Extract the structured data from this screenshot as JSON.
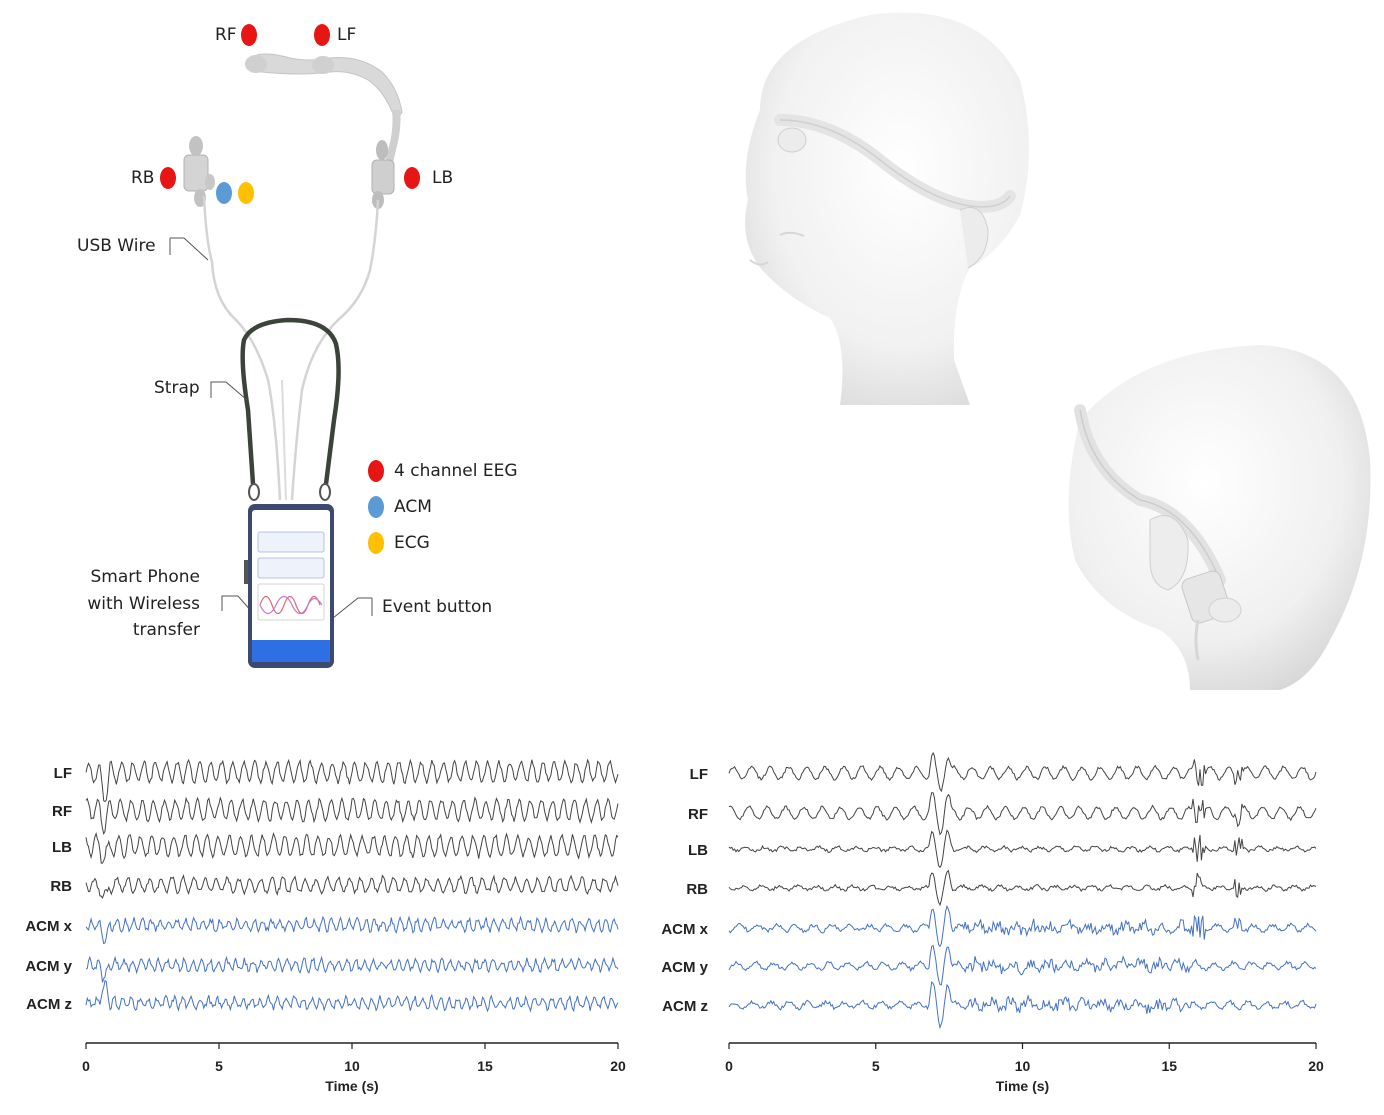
{
  "device": {
    "electrode_labels": {
      "rf": "RF",
      "lf": "LF",
      "rb": "RB",
      "lb": "LB"
    },
    "annotations": {
      "usb_wire": "USB Wire",
      "strap": "Strap",
      "smartphone_line1": "Smart Phone",
      "smartphone_line2": "with Wireless",
      "smartphone_line3": "transfer",
      "event_button": "Event button"
    },
    "legend": [
      {
        "label": "4 channel EEG",
        "color": "#e81515"
      },
      {
        "label": "ACM",
        "color": "#5b9bd5"
      },
      {
        "label": "ECG",
        "color": "#ffc000"
      }
    ],
    "colors": {
      "eeg": "#e81515",
      "acm": "#5b9bd5",
      "ecg": "#ffc000",
      "phone_accent": "#2f6fe4"
    }
  },
  "chart_data": [
    {
      "type": "line",
      "xlabel": "Time (s)",
      "xlim": [
        0,
        20
      ],
      "xticks": [
        0,
        5,
        10,
        15,
        20
      ],
      "tick_labels": [
        "0",
        "5",
        "10",
        "15",
        "20"
      ],
      "channels": [
        {
          "name": "LF",
          "color": "#444444"
        },
        {
          "name": "RF",
          "color": "#444444"
        },
        {
          "name": "LB",
          "color": "#444444"
        },
        {
          "name": "RB",
          "color": "#444444"
        },
        {
          "name": "ACM x",
          "color": "#4472c4"
        },
        {
          "name": "ACM y",
          "color": "#4472c4"
        },
        {
          "name": "ACM z",
          "color": "#4472c4"
        }
      ]
    },
    {
      "type": "line",
      "xlabel": "Time (s)",
      "xlim": [
        0,
        20
      ],
      "xticks": [
        0,
        5,
        10,
        15,
        20
      ],
      "tick_labels": [
        "0",
        "5",
        "10",
        "15",
        "20"
      ],
      "channels": [
        {
          "name": "LF",
          "color": "#444444"
        },
        {
          "name": "RF",
          "color": "#444444"
        },
        {
          "name": "LB",
          "color": "#444444"
        },
        {
          "name": "RB",
          "color": "#444444"
        },
        {
          "name": "ACM x",
          "color": "#4472c4"
        },
        {
          "name": "ACM y",
          "color": "#4472c4"
        },
        {
          "name": "ACM z",
          "color": "#4472c4"
        }
      ]
    }
  ]
}
